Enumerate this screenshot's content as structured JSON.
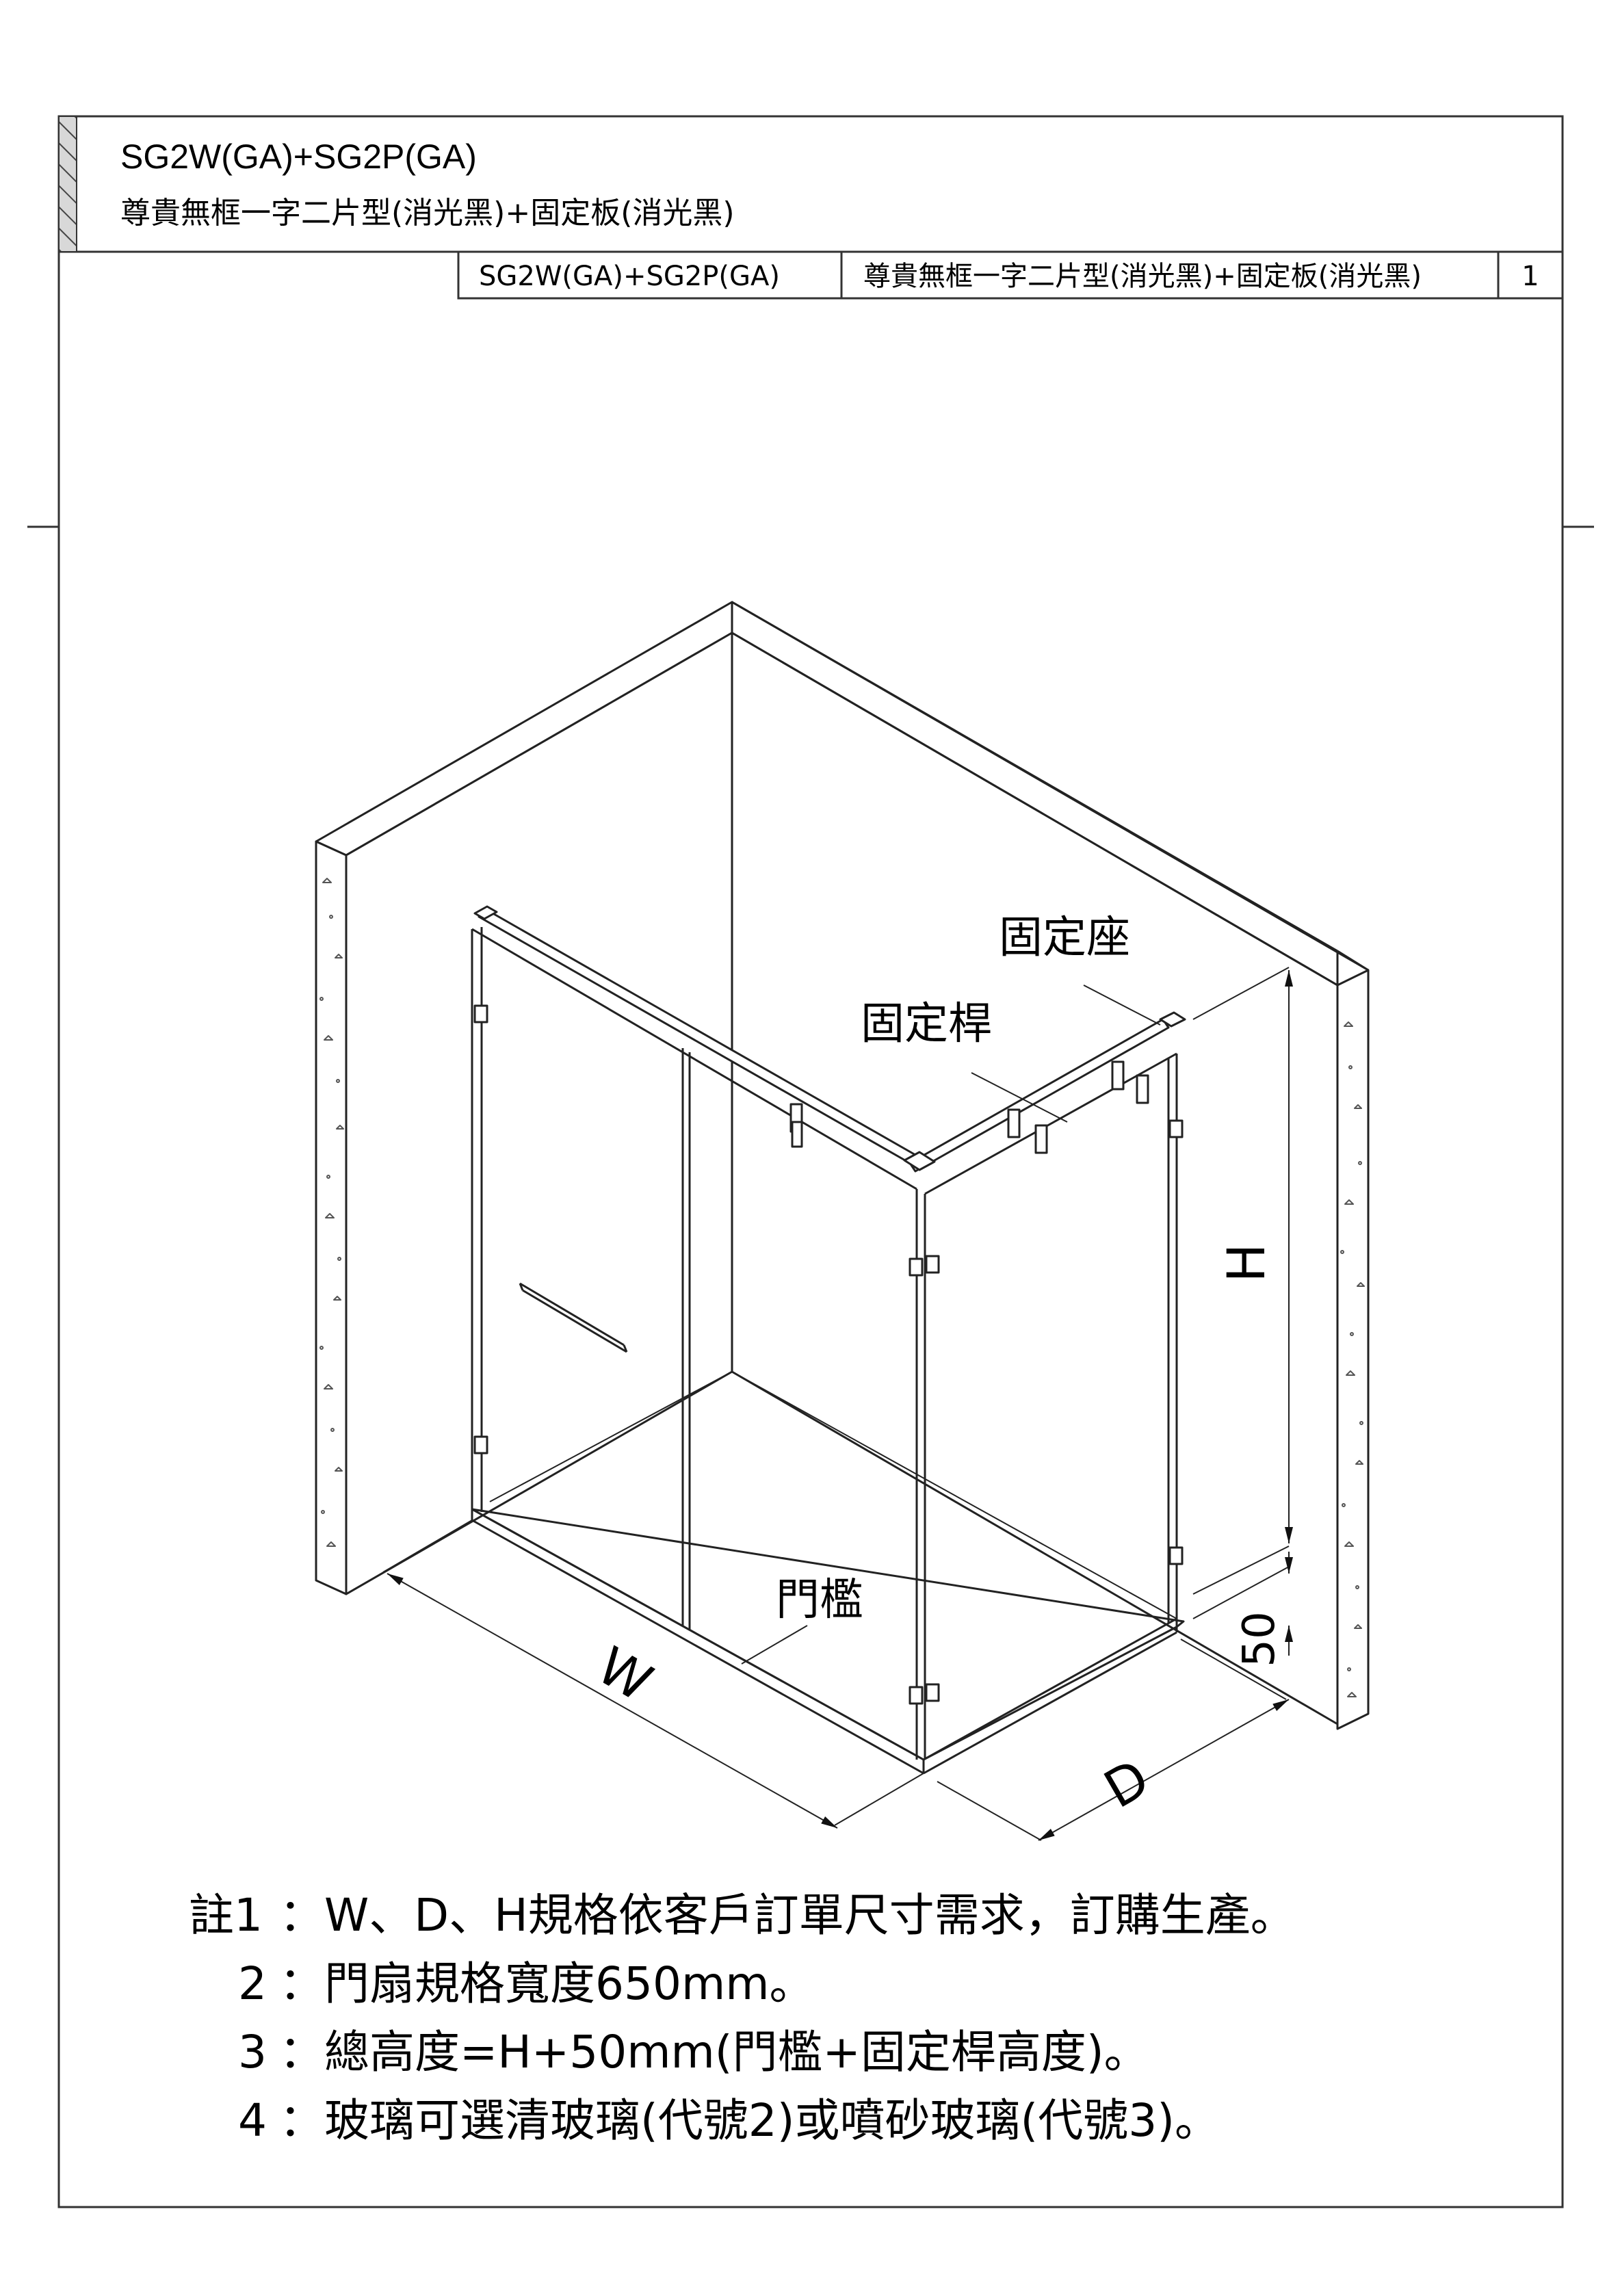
{
  "header": {
    "model": "SG2W(GA)+SG2P(GA)",
    "description": "尊貴無框一字二片型(消光黑)+固定板(消光黑)"
  },
  "title_block": {
    "model": "SG2W(GA)+SG2P(GA)",
    "description": "尊貴無框一字二片型(消光黑)+固定板(消光黑)",
    "sheet_number": "1"
  },
  "labels": {
    "fixed_seat": "固定座",
    "fixed_rod": "固定桿",
    "threshold": "門檻"
  },
  "dimensions": {
    "width": "W",
    "depth": "D",
    "height": "H",
    "threshold_height": "50"
  },
  "notes": [
    {
      "num": "註1",
      "text": "：W、D、H規格依客戶訂單尺寸需求，訂購生產。"
    },
    {
      "num": "2",
      "text": "：門扇規格寬度650mm。"
    },
    {
      "num": "3",
      "text": "：總高度=H+50mm(門檻+固定桿高度)。"
    },
    {
      "num": "4",
      "text": "：玻璃可選清玻璃(代號2)或噴砂玻璃(代號3)。"
    }
  ]
}
